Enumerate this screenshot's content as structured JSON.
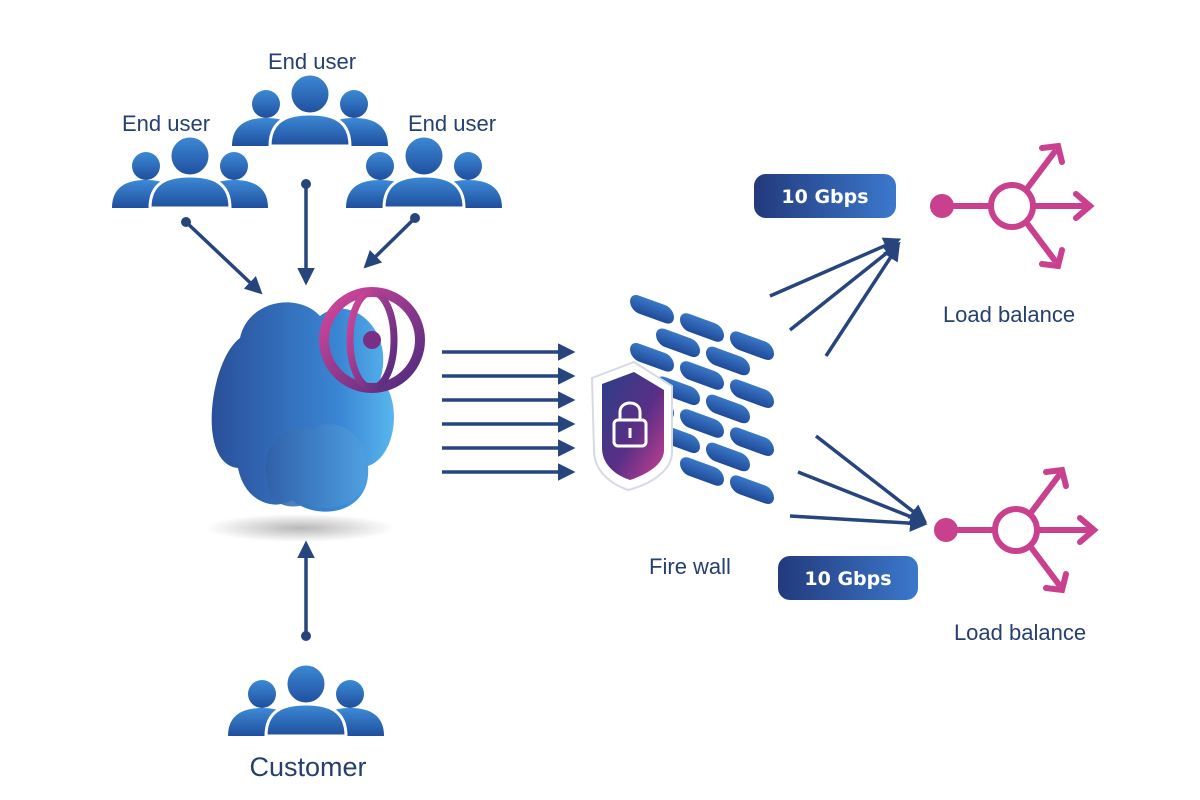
{
  "groups": {
    "end_user_left": "End user",
    "end_user_top": "End user",
    "end_user_right": "End user",
    "customer": "Customer"
  },
  "firewall": {
    "label": "Fire wall"
  },
  "links": {
    "upper_bandwidth": "10 Gbps",
    "lower_bandwidth": "10 Gbps"
  },
  "load_balancers": {
    "upper": "Load balance",
    "lower": "Load balance"
  },
  "icons": {
    "user_group": "people-icon",
    "cloud": "cloud-icon",
    "globe": "globe-icon",
    "firewall": "brick-wall-icon",
    "shield": "shield-lock-icon",
    "load_balancer": "load-balancer-icon"
  },
  "colors": {
    "navy": "#27457d",
    "blue": "#2e65b4",
    "magenta": "#c9408f",
    "purple": "#5a2a7e"
  }
}
